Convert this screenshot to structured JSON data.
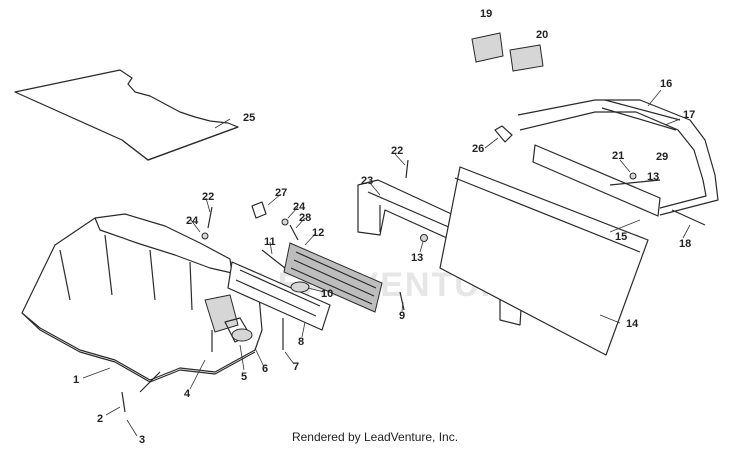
{
  "diagram": {
    "callouts": [
      "1",
      "2",
      "3",
      "4",
      "5",
      "6",
      "7",
      "8",
      "9",
      "10",
      "11",
      "12",
      "13",
      "13",
      "14",
      "15",
      "16",
      "17",
      "18",
      "19",
      "20",
      "21",
      "22",
      "22",
      "23",
      "24",
      "24",
      "25",
      "26",
      "27",
      "28",
      "29"
    ]
  },
  "watermark": {
    "text": "LEADVENTURE"
  },
  "footer": {
    "credit": "Rendered by LeadVenture, Inc."
  },
  "colors": {
    "line": "#2a2a2a",
    "background": "#ffffff",
    "watermark": "#e6e6e6"
  }
}
